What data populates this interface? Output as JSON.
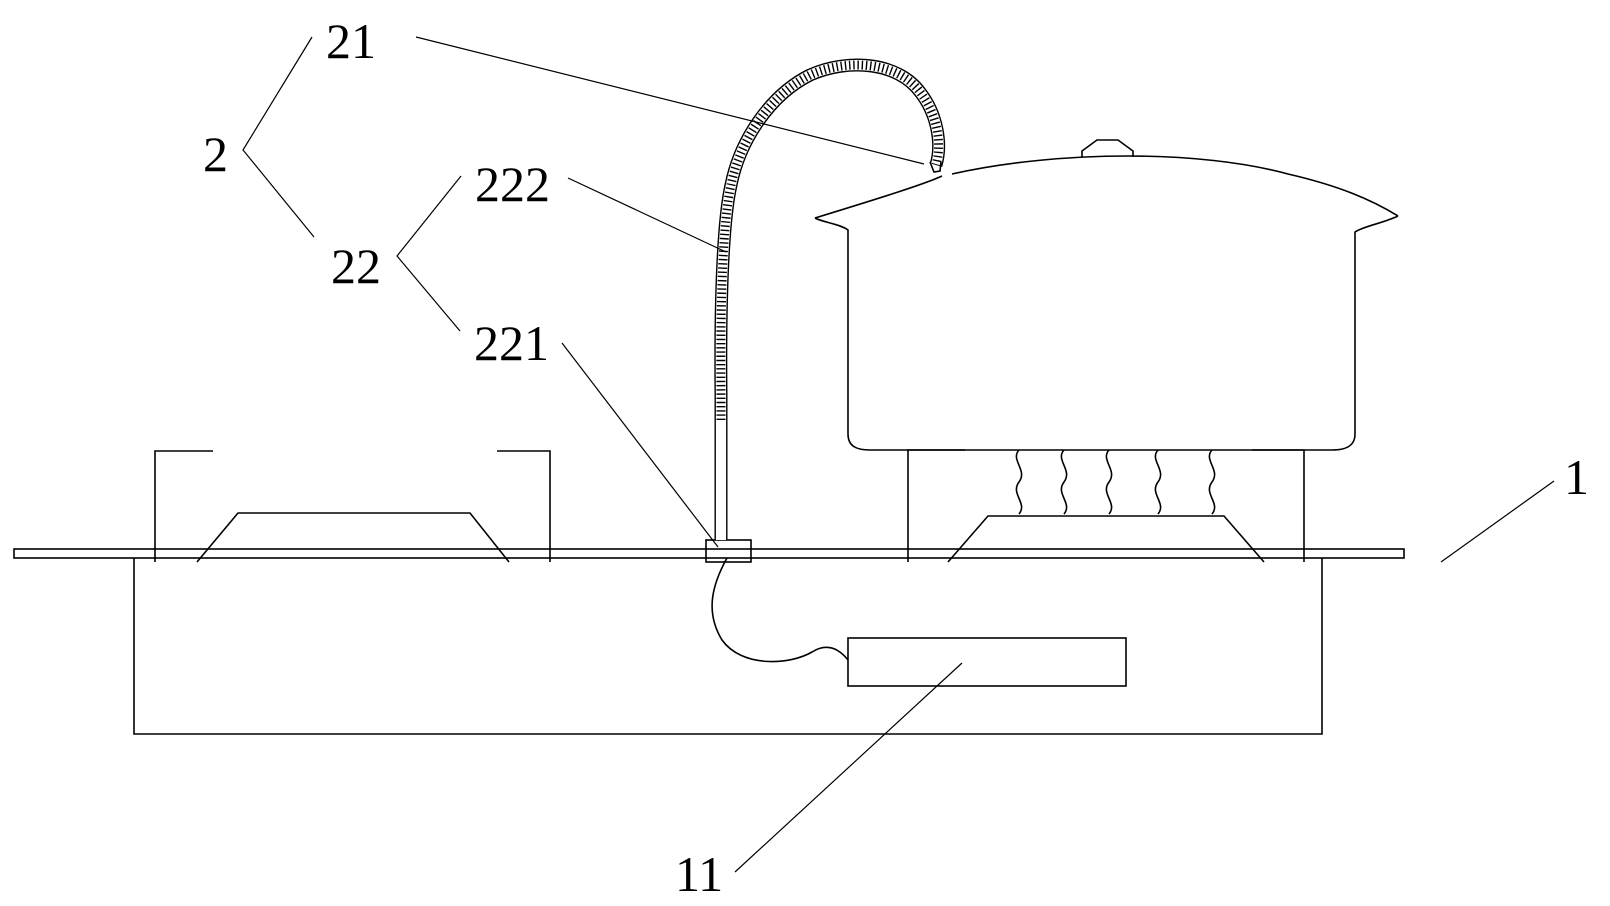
{
  "labels": {
    "l1": "1",
    "l2": "2",
    "l11": "11",
    "l21": "21",
    "l22": "22",
    "l221": "221",
    "l222": "222"
  },
  "colors": {
    "stroke": "#000000",
    "background": "#ffffff"
  }
}
